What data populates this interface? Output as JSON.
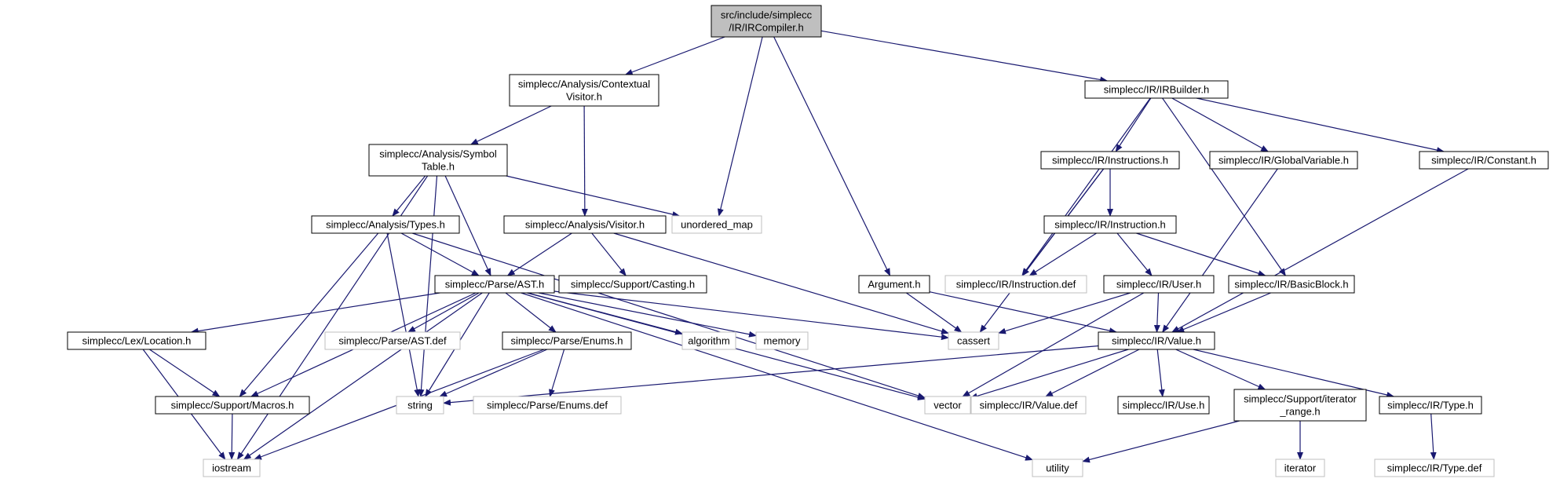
{
  "diagram": {
    "colors": {
      "edge": "#191970",
      "node_border_local": "#000000",
      "node_border_external": "#bfbfbf",
      "node_fill": "#ffffff",
      "node_fill_root": "#bfbfbf",
      "text": "#000000"
    },
    "nodes": [
      {
        "id": "root",
        "kind": "root",
        "lines": [
          "src/include/simplecc",
          "/IR/IRCompiler.h"
        ]
      },
      {
        "id": "contextual_visitor",
        "kind": "local",
        "lines": [
          "simplecc/Analysis/Contextual",
          "Visitor.h"
        ]
      },
      {
        "id": "symbol_table",
        "kind": "local",
        "lines": [
          "simplecc/Analysis/Symbol",
          "Table.h"
        ]
      },
      {
        "id": "unordered_map",
        "kind": "external",
        "lines": [
          "unordered_map"
        ]
      },
      {
        "id": "analysis_types",
        "kind": "local",
        "lines": [
          "simplecc/Analysis/Types.h"
        ]
      },
      {
        "id": "analysis_visitor",
        "kind": "local",
        "lines": [
          "simplecc/Analysis/Visitor.h"
        ]
      },
      {
        "id": "parse_ast",
        "kind": "local",
        "lines": [
          "simplecc/Parse/AST.h"
        ]
      },
      {
        "id": "support_casting",
        "kind": "local",
        "lines": [
          "simplecc/Support/Casting.h"
        ]
      },
      {
        "id": "lex_location",
        "kind": "local",
        "lines": [
          "simplecc/Lex/Location.h"
        ]
      },
      {
        "id": "ast_def",
        "kind": "external",
        "lines": [
          "simplecc/Parse/AST.def"
        ]
      },
      {
        "id": "parse_enums",
        "kind": "local",
        "lines": [
          "simplecc/Parse/Enums.h"
        ]
      },
      {
        "id": "algorithm",
        "kind": "external",
        "lines": [
          "algorithm"
        ]
      },
      {
        "id": "memory",
        "kind": "external",
        "lines": [
          "memory"
        ]
      },
      {
        "id": "cassert",
        "kind": "external",
        "lines": [
          "cassert"
        ]
      },
      {
        "id": "support_macros",
        "kind": "local",
        "lines": [
          "simplecc/Support/Macros.h"
        ]
      },
      {
        "id": "string",
        "kind": "external",
        "lines": [
          "string"
        ]
      },
      {
        "id": "enums_def",
        "kind": "external",
        "lines": [
          "simplecc/Parse/Enums.def"
        ]
      },
      {
        "id": "iostream",
        "kind": "external",
        "lines": [
          "iostream"
        ]
      },
      {
        "id": "ir_builder",
        "kind": "local",
        "lines": [
          "simplecc/IR/IRBuilder.h"
        ]
      },
      {
        "id": "ir_instructions",
        "kind": "local",
        "lines": [
          "simplecc/IR/Instructions.h"
        ]
      },
      {
        "id": "ir_globalvariable",
        "kind": "local",
        "lines": [
          "simplecc/IR/GlobalVariable.h"
        ]
      },
      {
        "id": "ir_constant",
        "kind": "local",
        "lines": [
          "simplecc/IR/Constant.h"
        ]
      },
      {
        "id": "ir_instruction",
        "kind": "local",
        "lines": [
          "simplecc/IR/Instruction.h"
        ]
      },
      {
        "id": "argument",
        "kind": "local",
        "lines": [
          "Argument.h"
        ]
      },
      {
        "id": "instruction_def",
        "kind": "external",
        "lines": [
          "simplecc/IR/Instruction.def"
        ]
      },
      {
        "id": "ir_user",
        "kind": "local",
        "lines": [
          "simplecc/IR/User.h"
        ]
      },
      {
        "id": "ir_basicblock",
        "kind": "local",
        "lines": [
          "simplecc/IR/BasicBlock.h"
        ]
      },
      {
        "id": "ir_value",
        "kind": "local",
        "lines": [
          "simplecc/IR/Value.h"
        ]
      },
      {
        "id": "vector",
        "kind": "external",
        "lines": [
          "vector"
        ]
      },
      {
        "id": "value_def",
        "kind": "external",
        "lines": [
          "simplecc/IR/Value.def"
        ]
      },
      {
        "id": "ir_use",
        "kind": "local",
        "lines": [
          "simplecc/IR/Use.h"
        ]
      },
      {
        "id": "iterator_range",
        "kind": "local",
        "lines": [
          "simplecc/Support/iterator",
          "_range.h"
        ]
      },
      {
        "id": "ir_type",
        "kind": "local",
        "lines": [
          "simplecc/IR/Type.h"
        ]
      },
      {
        "id": "utility",
        "kind": "external",
        "lines": [
          "utility"
        ]
      },
      {
        "id": "iterator",
        "kind": "external",
        "lines": [
          "iterator"
        ]
      },
      {
        "id": "type_def",
        "kind": "external",
        "lines": [
          "simplecc/IR/Type.def"
        ]
      }
    ],
    "edges": [
      [
        "root",
        "contextual_visitor"
      ],
      [
        "root",
        "unordered_map"
      ],
      [
        "root",
        "argument"
      ],
      [
        "root",
        "ir_builder"
      ],
      [
        "contextual_visitor",
        "symbol_table"
      ],
      [
        "contextual_visitor",
        "analysis_visitor"
      ],
      [
        "symbol_table",
        "unordered_map"
      ],
      [
        "symbol_table",
        "analysis_types"
      ],
      [
        "symbol_table",
        "parse_ast"
      ],
      [
        "symbol_table",
        "string"
      ],
      [
        "symbol_table",
        "iostream"
      ],
      [
        "analysis_types",
        "parse_ast"
      ],
      [
        "analysis_types",
        "support_macros"
      ],
      [
        "analysis_types",
        "string"
      ],
      [
        "analysis_types",
        "vector"
      ],
      [
        "analysis_visitor",
        "parse_ast"
      ],
      [
        "analysis_visitor",
        "support_casting"
      ],
      [
        "analysis_visitor",
        "cassert"
      ],
      [
        "parse_ast",
        "lex_location"
      ],
      [
        "parse_ast",
        "ast_def"
      ],
      [
        "parse_ast",
        "parse_enums"
      ],
      [
        "parse_ast",
        "algorithm"
      ],
      [
        "parse_ast",
        "memory"
      ],
      [
        "parse_ast",
        "cassert"
      ],
      [
        "parse_ast",
        "support_macros"
      ],
      [
        "parse_ast",
        "string"
      ],
      [
        "parse_ast",
        "iostream"
      ],
      [
        "parse_ast",
        "utility"
      ],
      [
        "parse_ast",
        "vector"
      ],
      [
        "lex_location",
        "support_macros"
      ],
      [
        "lex_location",
        "iostream"
      ],
      [
        "parse_enums",
        "string"
      ],
      [
        "parse_enums",
        "enums_def"
      ],
      [
        "parse_enums",
        "iostream"
      ],
      [
        "support_macros",
        "iostream"
      ],
      [
        "ir_builder",
        "ir_instructions"
      ],
      [
        "ir_builder",
        "ir_globalvariable"
      ],
      [
        "ir_builder",
        "ir_constant"
      ],
      [
        "ir_builder",
        "instruction_def"
      ],
      [
        "ir_builder",
        "ir_basicblock"
      ],
      [
        "ir_instructions",
        "ir_instruction"
      ],
      [
        "ir_instructions",
        "instruction_def"
      ],
      [
        "ir_instructions",
        "cassert"
      ],
      [
        "ir_globalvariable",
        "ir_value"
      ],
      [
        "ir_constant",
        "ir_value"
      ],
      [
        "ir_instruction",
        "instruction_def"
      ],
      [
        "ir_instruction",
        "ir_user"
      ],
      [
        "ir_instruction",
        "ir_basicblock"
      ],
      [
        "argument",
        "cassert"
      ],
      [
        "argument",
        "ir_value"
      ],
      [
        "ir_user",
        "cassert"
      ],
      [
        "ir_user",
        "ir_value"
      ],
      [
        "ir_user",
        "vector"
      ],
      [
        "ir_basicblock",
        "ir_value"
      ],
      [
        "ir_value",
        "string"
      ],
      [
        "ir_value",
        "vector"
      ],
      [
        "ir_value",
        "value_def"
      ],
      [
        "ir_value",
        "ir_use"
      ],
      [
        "ir_value",
        "iterator_range"
      ],
      [
        "ir_value",
        "ir_type"
      ],
      [
        "iterator_range",
        "utility"
      ],
      [
        "iterator_range",
        "iterator"
      ],
      [
        "ir_type",
        "type_def"
      ]
    ]
  }
}
